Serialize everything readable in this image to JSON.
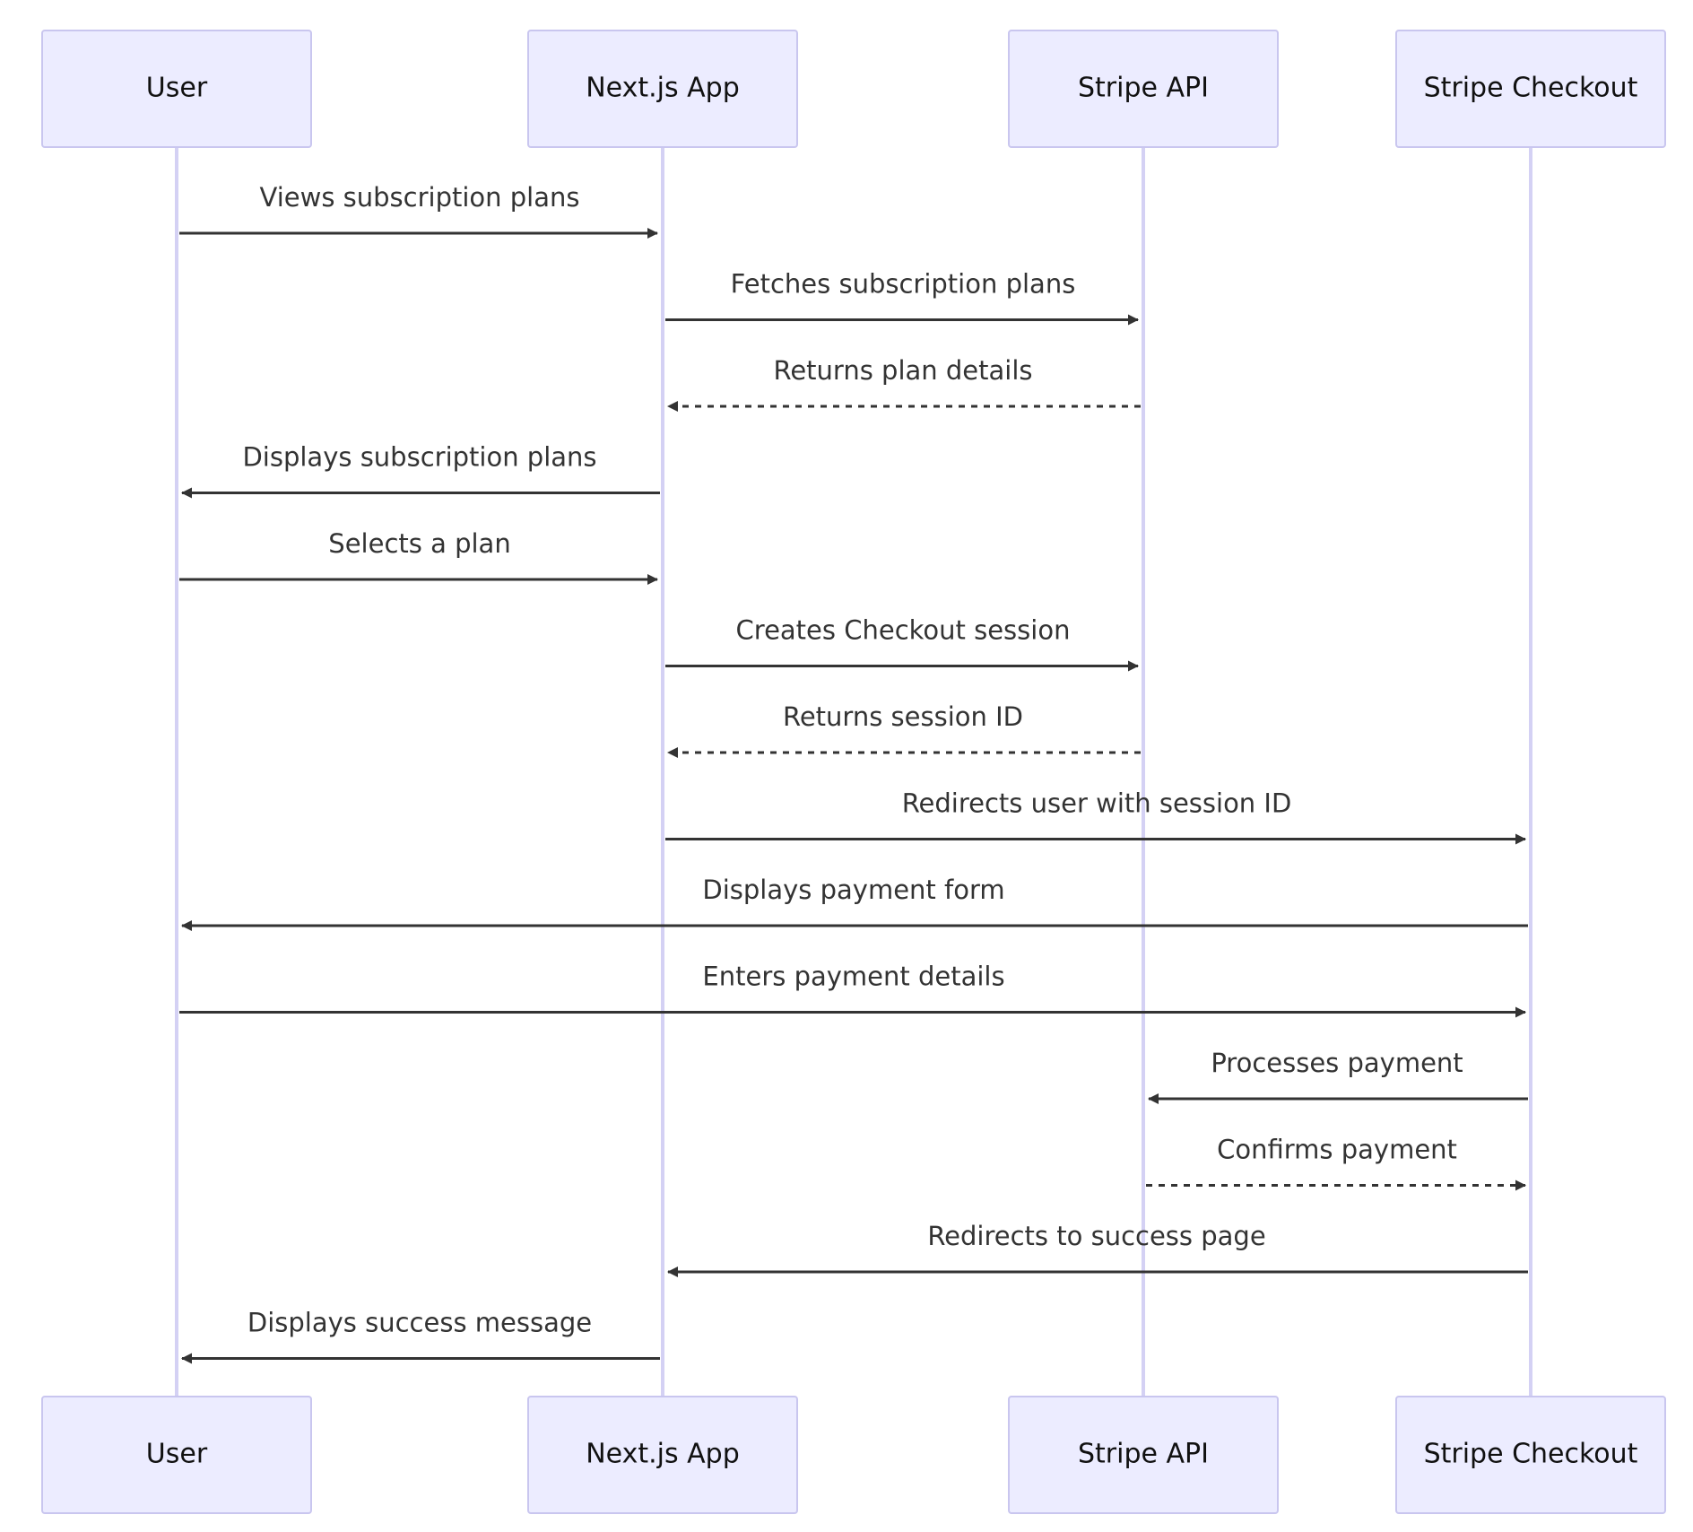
{
  "diagram": {
    "type": "sequence",
    "participants": [
      {
        "id": "user",
        "label": "User"
      },
      {
        "id": "app",
        "label": "Next.js App"
      },
      {
        "id": "api",
        "label": "Stripe API"
      },
      {
        "id": "checkout",
        "label": "Stripe Checkout"
      }
    ],
    "messages": [
      {
        "from": "user",
        "to": "app",
        "label": "Views subscription plans",
        "style": "solid"
      },
      {
        "from": "app",
        "to": "api",
        "label": "Fetches subscription plans",
        "style": "solid"
      },
      {
        "from": "api",
        "to": "app",
        "label": "Returns plan details",
        "style": "dashed"
      },
      {
        "from": "app",
        "to": "user",
        "label": "Displays subscription plans",
        "style": "solid"
      },
      {
        "from": "user",
        "to": "app",
        "label": "Selects a plan",
        "style": "solid"
      },
      {
        "from": "app",
        "to": "api",
        "label": "Creates Checkout session",
        "style": "solid"
      },
      {
        "from": "api",
        "to": "app",
        "label": "Returns session ID",
        "style": "dashed"
      },
      {
        "from": "app",
        "to": "checkout",
        "label": "Redirects user with session ID",
        "style": "solid"
      },
      {
        "from": "checkout",
        "to": "user",
        "label": "Displays payment form",
        "style": "solid"
      },
      {
        "from": "user",
        "to": "checkout",
        "label": "Enters payment details",
        "style": "solid"
      },
      {
        "from": "checkout",
        "to": "api",
        "label": "Processes payment",
        "style": "solid"
      },
      {
        "from": "api",
        "to": "checkout",
        "label": "Confirms payment",
        "style": "dashed"
      },
      {
        "from": "checkout",
        "to": "app",
        "label": "Redirects to success page",
        "style": "solid"
      },
      {
        "from": "app",
        "to": "user",
        "label": "Displays success message",
        "style": "solid"
      }
    ]
  },
  "colors": {
    "actor_fill": "#ececff",
    "actor_stroke": "#c9c6ef",
    "lifeline": "#d4d1f4",
    "message": "#333333"
  }
}
